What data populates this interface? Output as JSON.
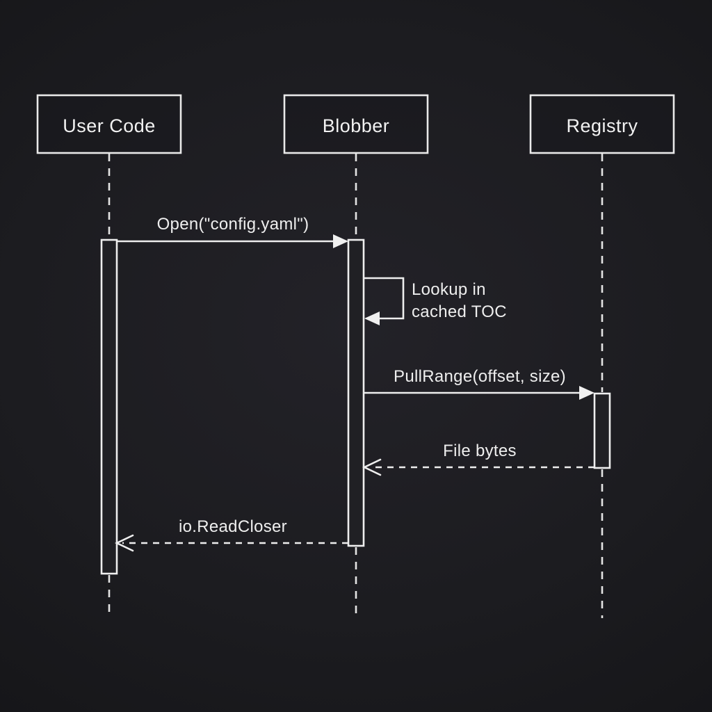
{
  "diagram": {
    "type": "sequence",
    "participants": [
      {
        "id": "user-code",
        "label": "User Code"
      },
      {
        "id": "blobber",
        "label": "Blobber"
      },
      {
        "id": "registry",
        "label": "Registry"
      }
    ],
    "messages": [
      {
        "from": "user-code",
        "to": "blobber",
        "style": "solid",
        "label": "Open(\"config.yaml\")"
      },
      {
        "from": "blobber",
        "to": "blobber",
        "style": "self",
        "label": "Lookup in cached TOC",
        "label_line1": "Lookup in",
        "label_line2": "cached TOC"
      },
      {
        "from": "blobber",
        "to": "registry",
        "style": "solid",
        "label": "PullRange(offset, size)"
      },
      {
        "from": "registry",
        "to": "blobber",
        "style": "dashed",
        "label": "File bytes"
      },
      {
        "from": "blobber",
        "to": "user-code",
        "style": "dashed",
        "label": "io.ReadCloser"
      }
    ],
    "colors": {
      "background": "#1c1c20",
      "stroke": "#e9e9e9",
      "text": "#f2f2f2"
    }
  }
}
